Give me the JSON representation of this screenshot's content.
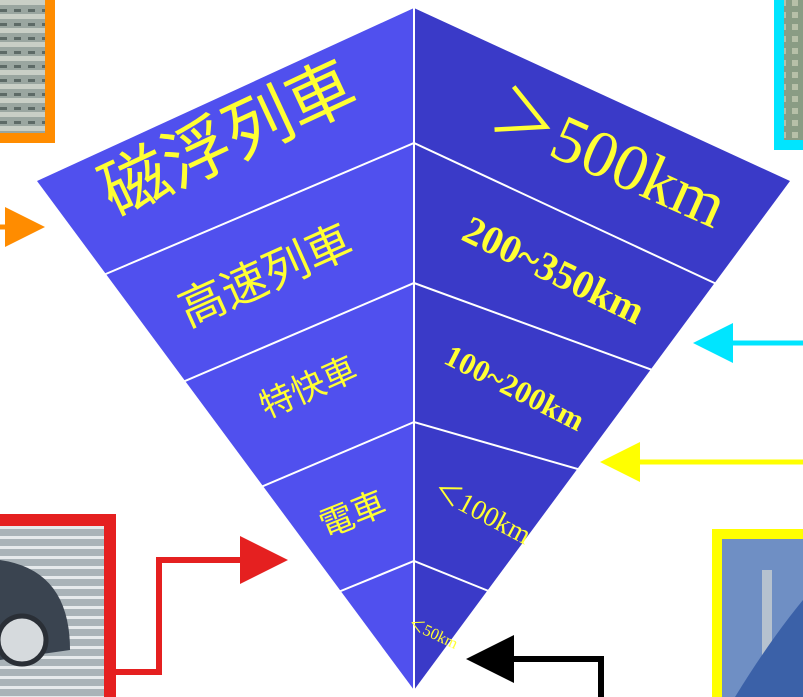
{
  "colors": {
    "left_face": "#5050ee",
    "right_face": "#3a3ac8",
    "band_line": "#ffffff",
    "label_text": "#ffff33",
    "arrow_orange": "#ff8c00",
    "arrow_cyan": "#00e5ff",
    "arrow_yellow": "#ffff00",
    "arrow_red": "#e52020",
    "arrow_black": "#000000"
  },
  "tiers": [
    {
      "name": "磁浮列車",
      "speed": "＞500km",
      "photo_frame": "orange",
      "arrow_side": "left"
    },
    {
      "name": "高速列車",
      "speed": "200~350km",
      "photo_frame": "cyan",
      "arrow_side": "right"
    },
    {
      "name": "特快車",
      "speed": "100~200km",
      "photo_frame": "yellow",
      "arrow_side": "right"
    },
    {
      "name": "電車",
      "speed": "＜100km",
      "photo_frame": "red",
      "arrow_side": "left"
    },
    {
      "name": "",
      "speed": "＜50km",
      "photo_frame": "none",
      "arrow_side": "right",
      "arrow_color": "black"
    }
  ],
  "photos": [
    {
      "name": "maglev-train-photo",
      "frame_color": "#ff8c00"
    },
    {
      "name": "high-speed-train-photo",
      "frame_color": "#00e5ff"
    },
    {
      "name": "express-train-photo",
      "frame_color": "#ffff00"
    },
    {
      "name": "electric-train-photo",
      "frame_color": "#e52020"
    }
  ]
}
